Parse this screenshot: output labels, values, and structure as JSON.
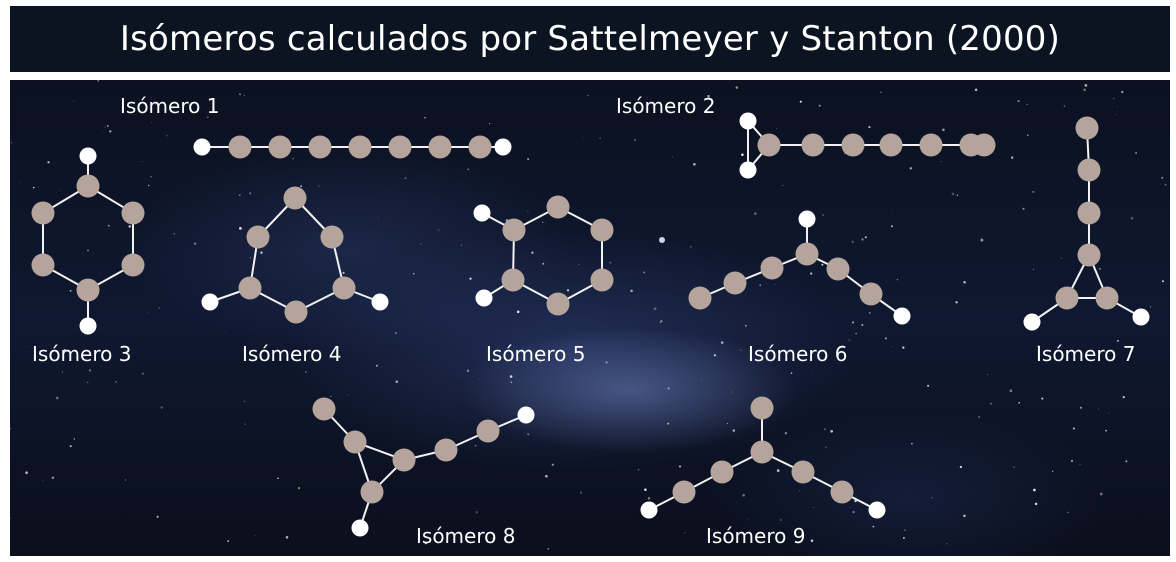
{
  "header": {
    "title": "Isómeros calculados por Sattelmeyer y Stanton (2000)"
  },
  "colors": {
    "carbon": "#b5a49b",
    "hydrogen": "#ffffff",
    "bond": "#f2f2f2",
    "header_background": "#0d1421"
  },
  "isomers": [
    {
      "label": "Isómero 1"
    },
    {
      "label": "Isómero 2"
    },
    {
      "label": "Isómero 3"
    },
    {
      "label": "Isómero 4"
    },
    {
      "label": "Isómero 5"
    },
    {
      "label": "Isómero 6"
    },
    {
      "label": "Isómero 7"
    },
    {
      "label": "Isómero 8"
    },
    {
      "label": "Isómero 9"
    }
  ]
}
